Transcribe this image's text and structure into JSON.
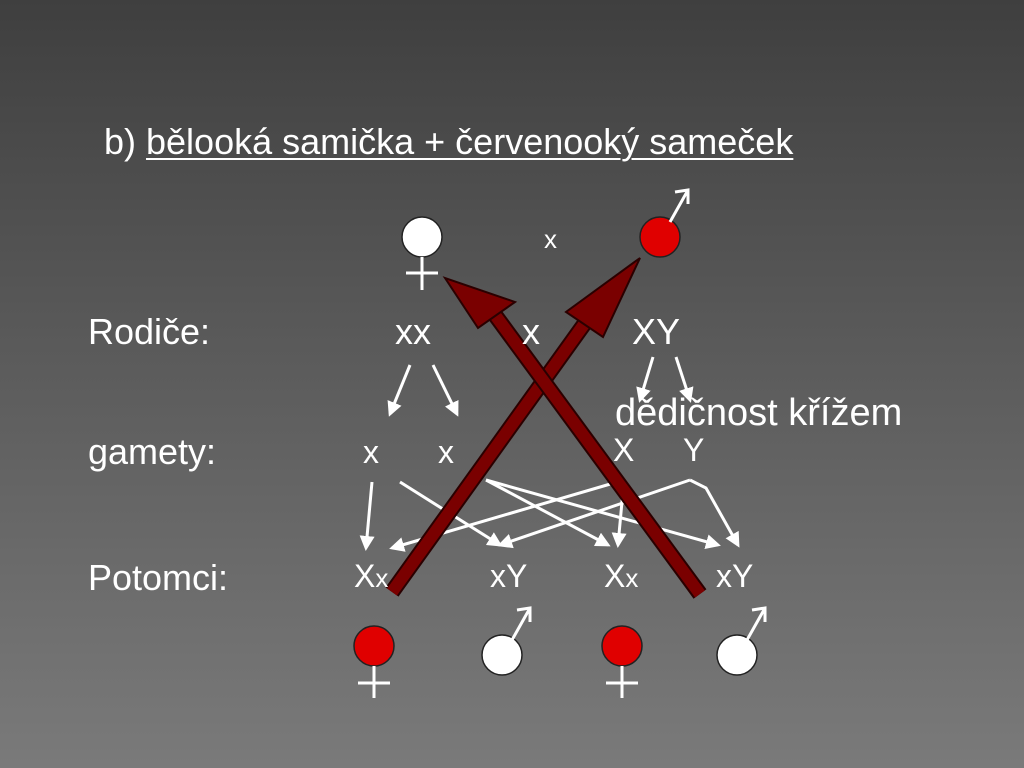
{
  "title": {
    "prefix": "b) ",
    "underlined": "bělooká samička + červenooký sameček"
  },
  "cross_sign": "x",
  "rows": {
    "parents_label": "Rodiče:",
    "gametes_label": "gamety:",
    "offspring_label": "Potomci:"
  },
  "parents": {
    "female": "xx",
    "times": "x",
    "male": "XY"
  },
  "gametes": {
    "g1": "x",
    "g2": "x",
    "g3": "X",
    "g4": "Y"
  },
  "offspring": [
    {
      "a": "X",
      "b": "x",
      "eye_color": "#e00000",
      "sex": "female"
    },
    {
      "a": "x",
      "b": "Y",
      "eye_color": "#ffffff",
      "sex": "male"
    },
    {
      "a": "X",
      "b": "x",
      "eye_color": "#e00000",
      "sex": "female"
    },
    {
      "a": "x",
      "b": "Y",
      "eye_color": "#ffffff",
      "sex": "male"
    }
  ],
  "annotation": "dědičnost křížem",
  "colors": {
    "red_eye": "#e00000",
    "white_eye": "#ffffff",
    "cross_arrow": "#7a0000",
    "line": "#ffffff"
  }
}
